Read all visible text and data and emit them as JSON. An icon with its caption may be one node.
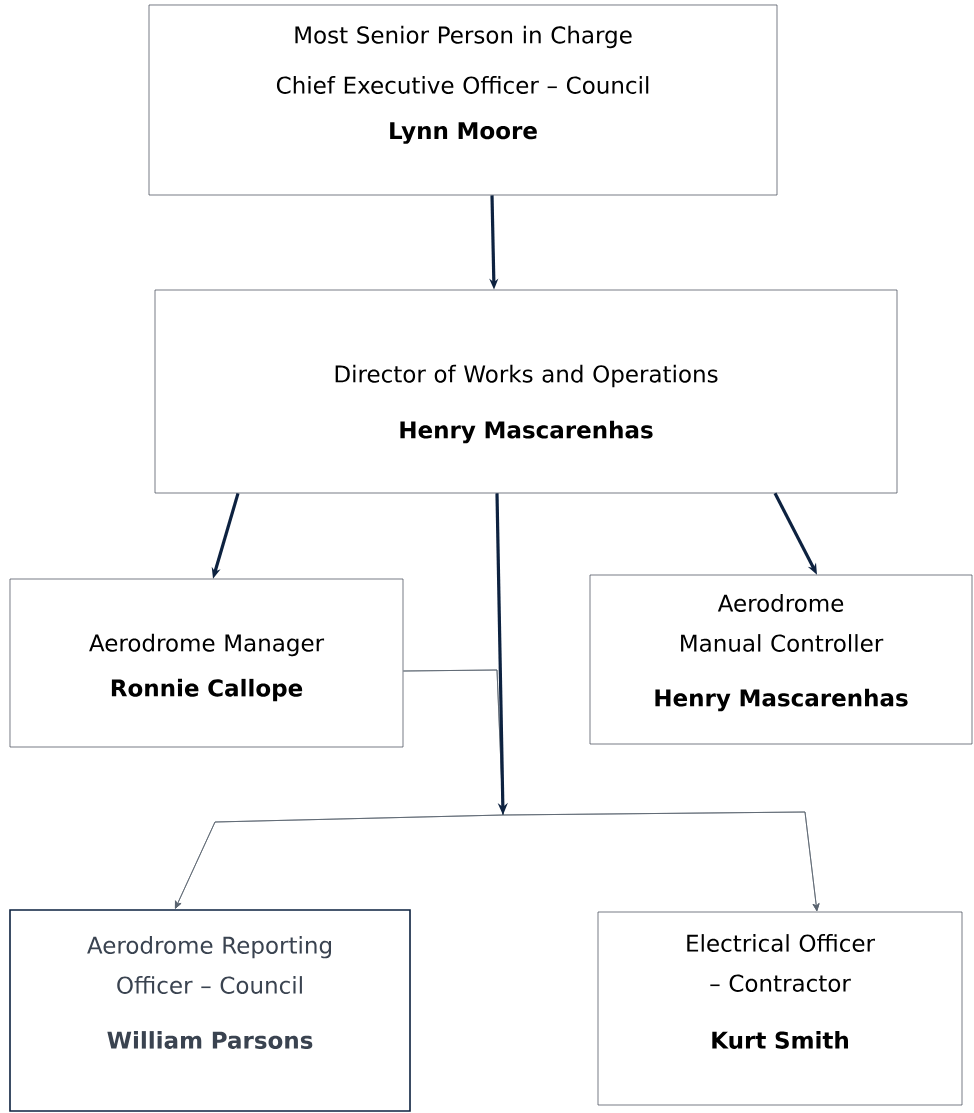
{
  "diagram": {
    "nodes": [
      {
        "text": [
          "Most Senior Person in Charge",
          "Chief Executive Officer – Council",
          "Lynn Moore"
        ]
      },
      {
        "text": [
          "Director of Works and Operations",
          "Henry Mascarenhas"
        ]
      },
      {
        "text": [
          "Aerodrome Manager",
          "Ronnie Callope"
        ]
      },
      {
        "text": [
          "Aerodrome Manual Controller",
          "Henry Mascarenhas"
        ]
      },
      {
        "text": [
          "Aerodrome Reporting Officer – Council",
          "William Parsons"
        ]
      },
      {
        "text": [
          "Electrical Officer – Contractor",
          "Kurt Smith"
        ]
      }
    ],
    "edges": [
      {
        "from": 0,
        "to": 1,
        "arrow": "to",
        "style": "thick",
        "color": "#0d2240"
      },
      {
        "from": 1,
        "to": 2,
        "arrow": "to",
        "style": "thick",
        "color": "#0d2240"
      },
      {
        "from": 1,
        "to": 3,
        "arrow": "to",
        "style": "thick",
        "color": "#0d2240"
      },
      {
        "from": 1,
        "to": 4,
        "arrow": "to"
      },
      {
        "from": 1,
        "to": 5,
        "arrow": "to"
      },
      {
        "from": 2,
        "to": 4,
        "arrow": "to"
      },
      {
        "from": 2,
        "to": 5,
        "arrow": "to"
      }
    ]
  }
}
